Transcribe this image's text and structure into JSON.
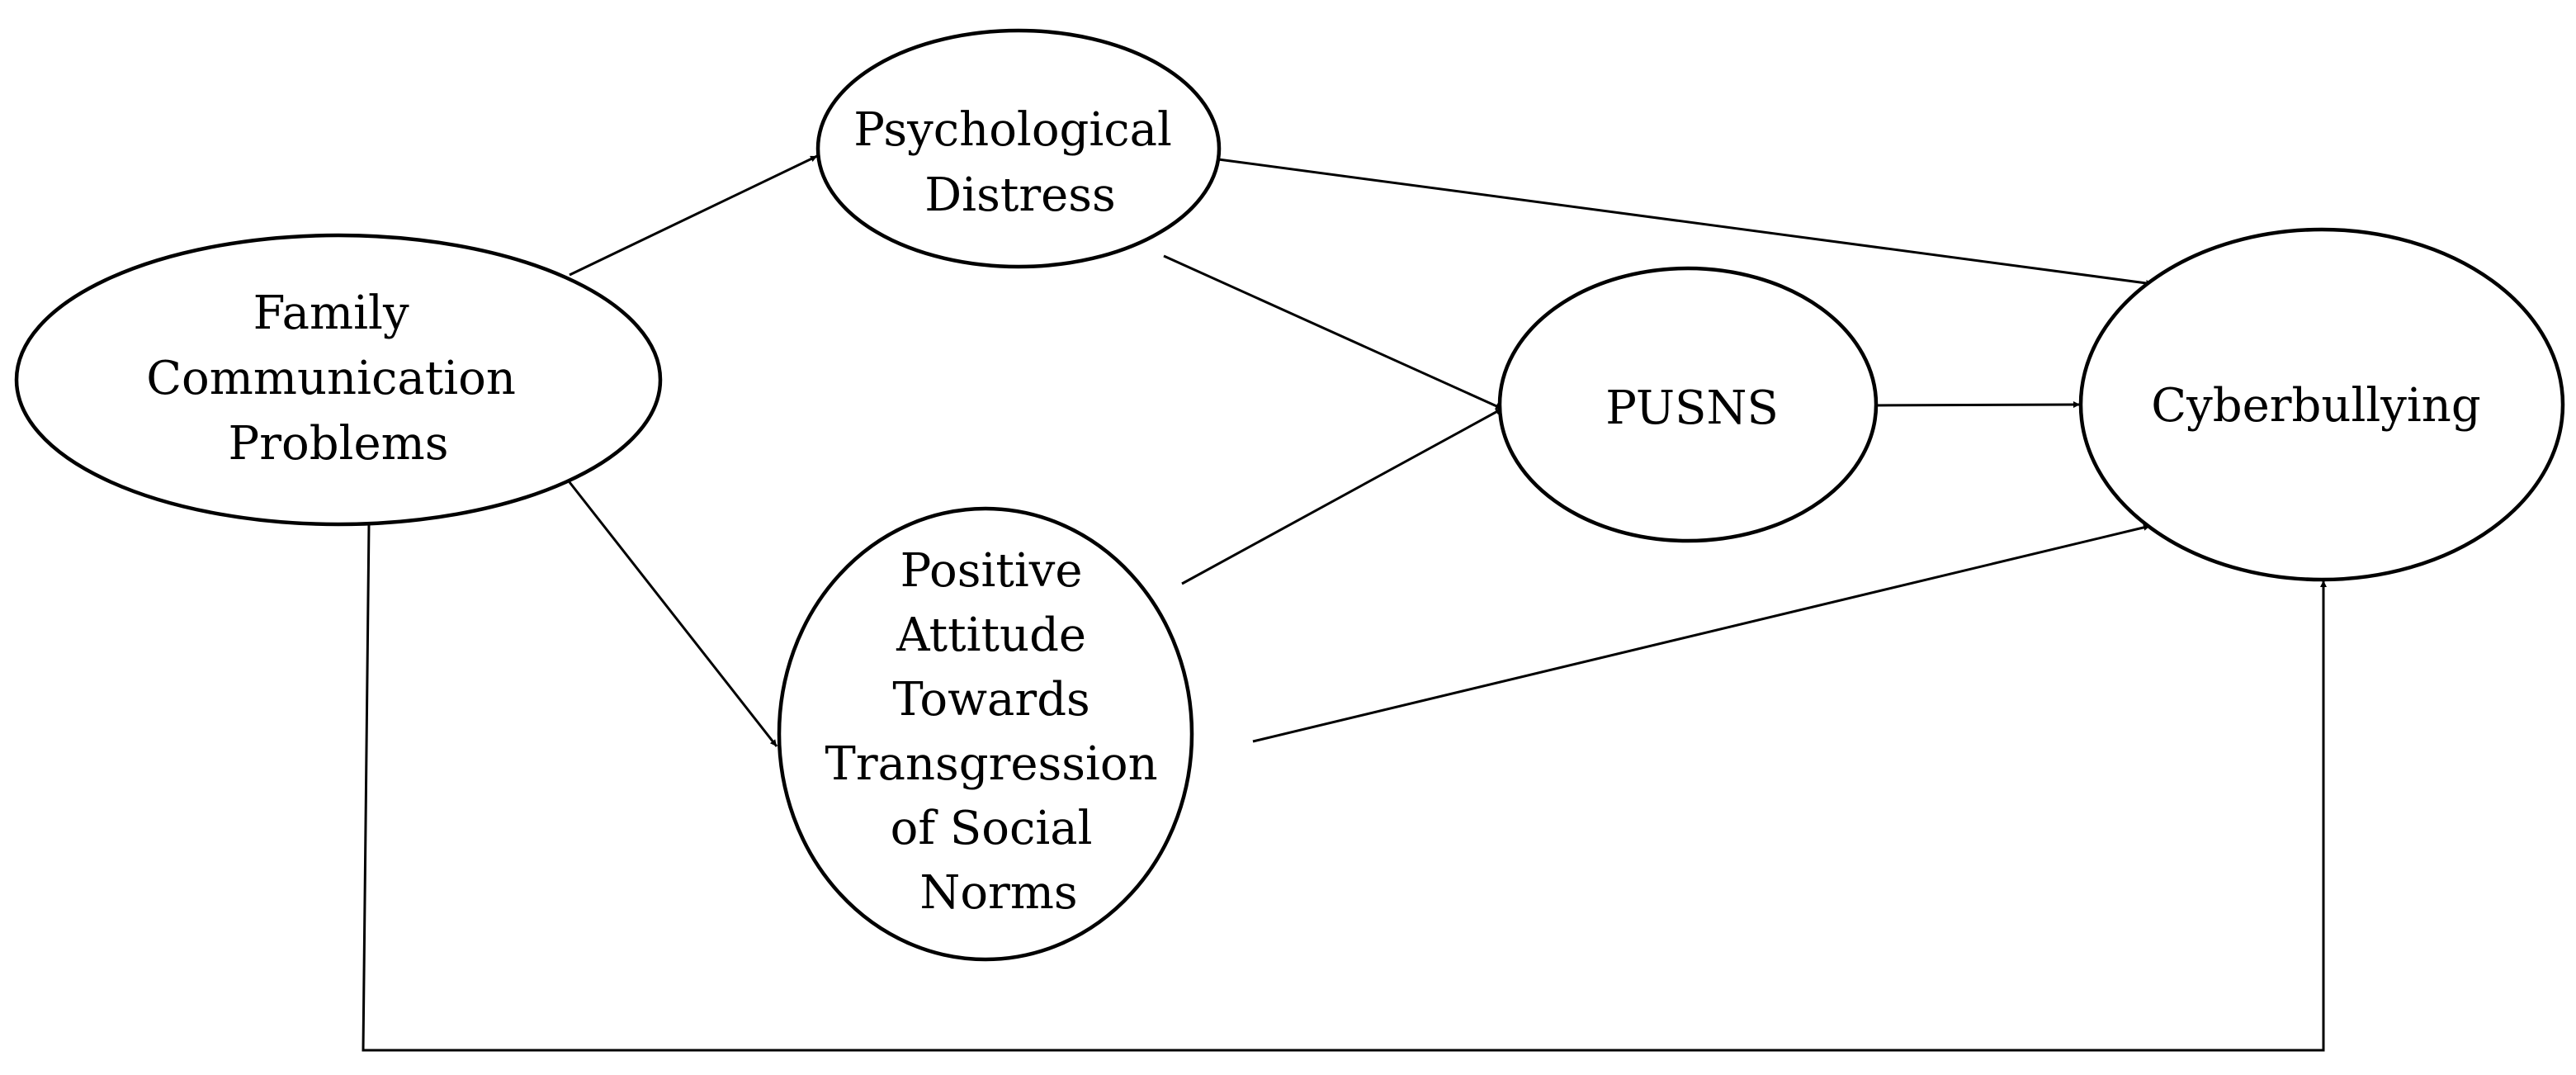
{
  "diagram": {
    "colors": {
      "stroke": "#000000",
      "fill": "#ffffff",
      "text": "#000000"
    },
    "nodes": {
      "family": {
        "lines": [
          "Family",
          "Communication",
          "Problems"
        ]
      },
      "distress": {
        "lines": [
          "Psychological",
          "Distress"
        ]
      },
      "attitude": {
        "lines": [
          "Positive",
          "Attitude",
          "Towards",
          "Transgression",
          "of Social",
          "Norms"
        ]
      },
      "pusns": {
        "lines": [
          "PUSNS"
        ]
      },
      "cyber": {
        "lines": [
          "Cyberbullying"
        ]
      }
    },
    "edges": [
      {
        "from": "Family Communication Problems",
        "to": "Psychological Distress"
      },
      {
        "from": "Family Communication Problems",
        "to": "Positive Attitude Towards Transgression of Social Norms"
      },
      {
        "from": "Family Communication Problems",
        "to": "Cyberbullying"
      },
      {
        "from": "Psychological Distress",
        "to": "PUSNS"
      },
      {
        "from": "Psychological Distress",
        "to": "Cyberbullying"
      },
      {
        "from": "Positive Attitude Towards Transgression of Social Norms",
        "to": "PUSNS"
      },
      {
        "from": "Positive Attitude Towards Transgression of Social Norms",
        "to": "Cyberbullying"
      },
      {
        "from": "PUSNS",
        "to": "Cyberbullying"
      }
    ]
  }
}
